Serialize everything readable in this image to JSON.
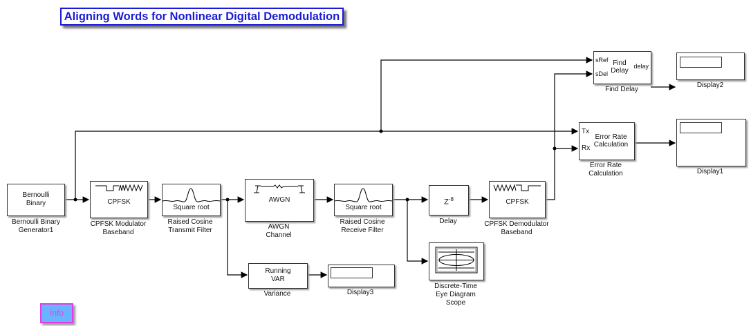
{
  "title": "Aligning Words for Nonlinear Digital Demodulation",
  "info_button": "Info",
  "blocks": {
    "bernoulli": {
      "text": [
        "Bernoulli",
        "Binary"
      ],
      "label": [
        "Bernoulli Binary",
        "Generator1"
      ]
    },
    "cpfsk_mod": {
      "text": "CPFSK",
      "label": [
        "CPFSK Modulator",
        "Baseband"
      ]
    },
    "tx_filter": {
      "text": "Square root",
      "label": [
        "Raised Cosine",
        "Transmit Filter"
      ]
    },
    "awgn": {
      "text": "AWGN",
      "label": [
        "AWGN",
        "Channel"
      ]
    },
    "rx_filter": {
      "text": "Square root",
      "label": [
        "Raised Cosine",
        "Receive Filter"
      ]
    },
    "delay": {
      "text": "Z",
      "exponent": "-8",
      "label": "Delay"
    },
    "cpfsk_demod": {
      "text": "CPFSK",
      "label": [
        "CPFSK Demodulator",
        "Baseband"
      ]
    },
    "find_delay": {
      "text": [
        "Find",
        "Delay"
      ],
      "ports_in": [
        "sRef",
        "sDel"
      ],
      "port_out": "delay",
      "label": "Find Delay"
    },
    "display2": {
      "label": "Display2"
    },
    "error_rate": {
      "text": [
        "Error Rate",
        "Calculation"
      ],
      "ports_in": [
        "Tx",
        "Rx"
      ],
      "label": [
        "Error Rate",
        "Calculation"
      ]
    },
    "display1": {
      "label": "Display1"
    },
    "variance": {
      "text": [
        "Running",
        "VAR"
      ],
      "label": "Variance"
    },
    "display3": {
      "label": "Display3"
    },
    "eye_scope": {
      "label": [
        "Discrete-Time",
        "Eye Diagram",
        "Scope"
      ]
    }
  }
}
